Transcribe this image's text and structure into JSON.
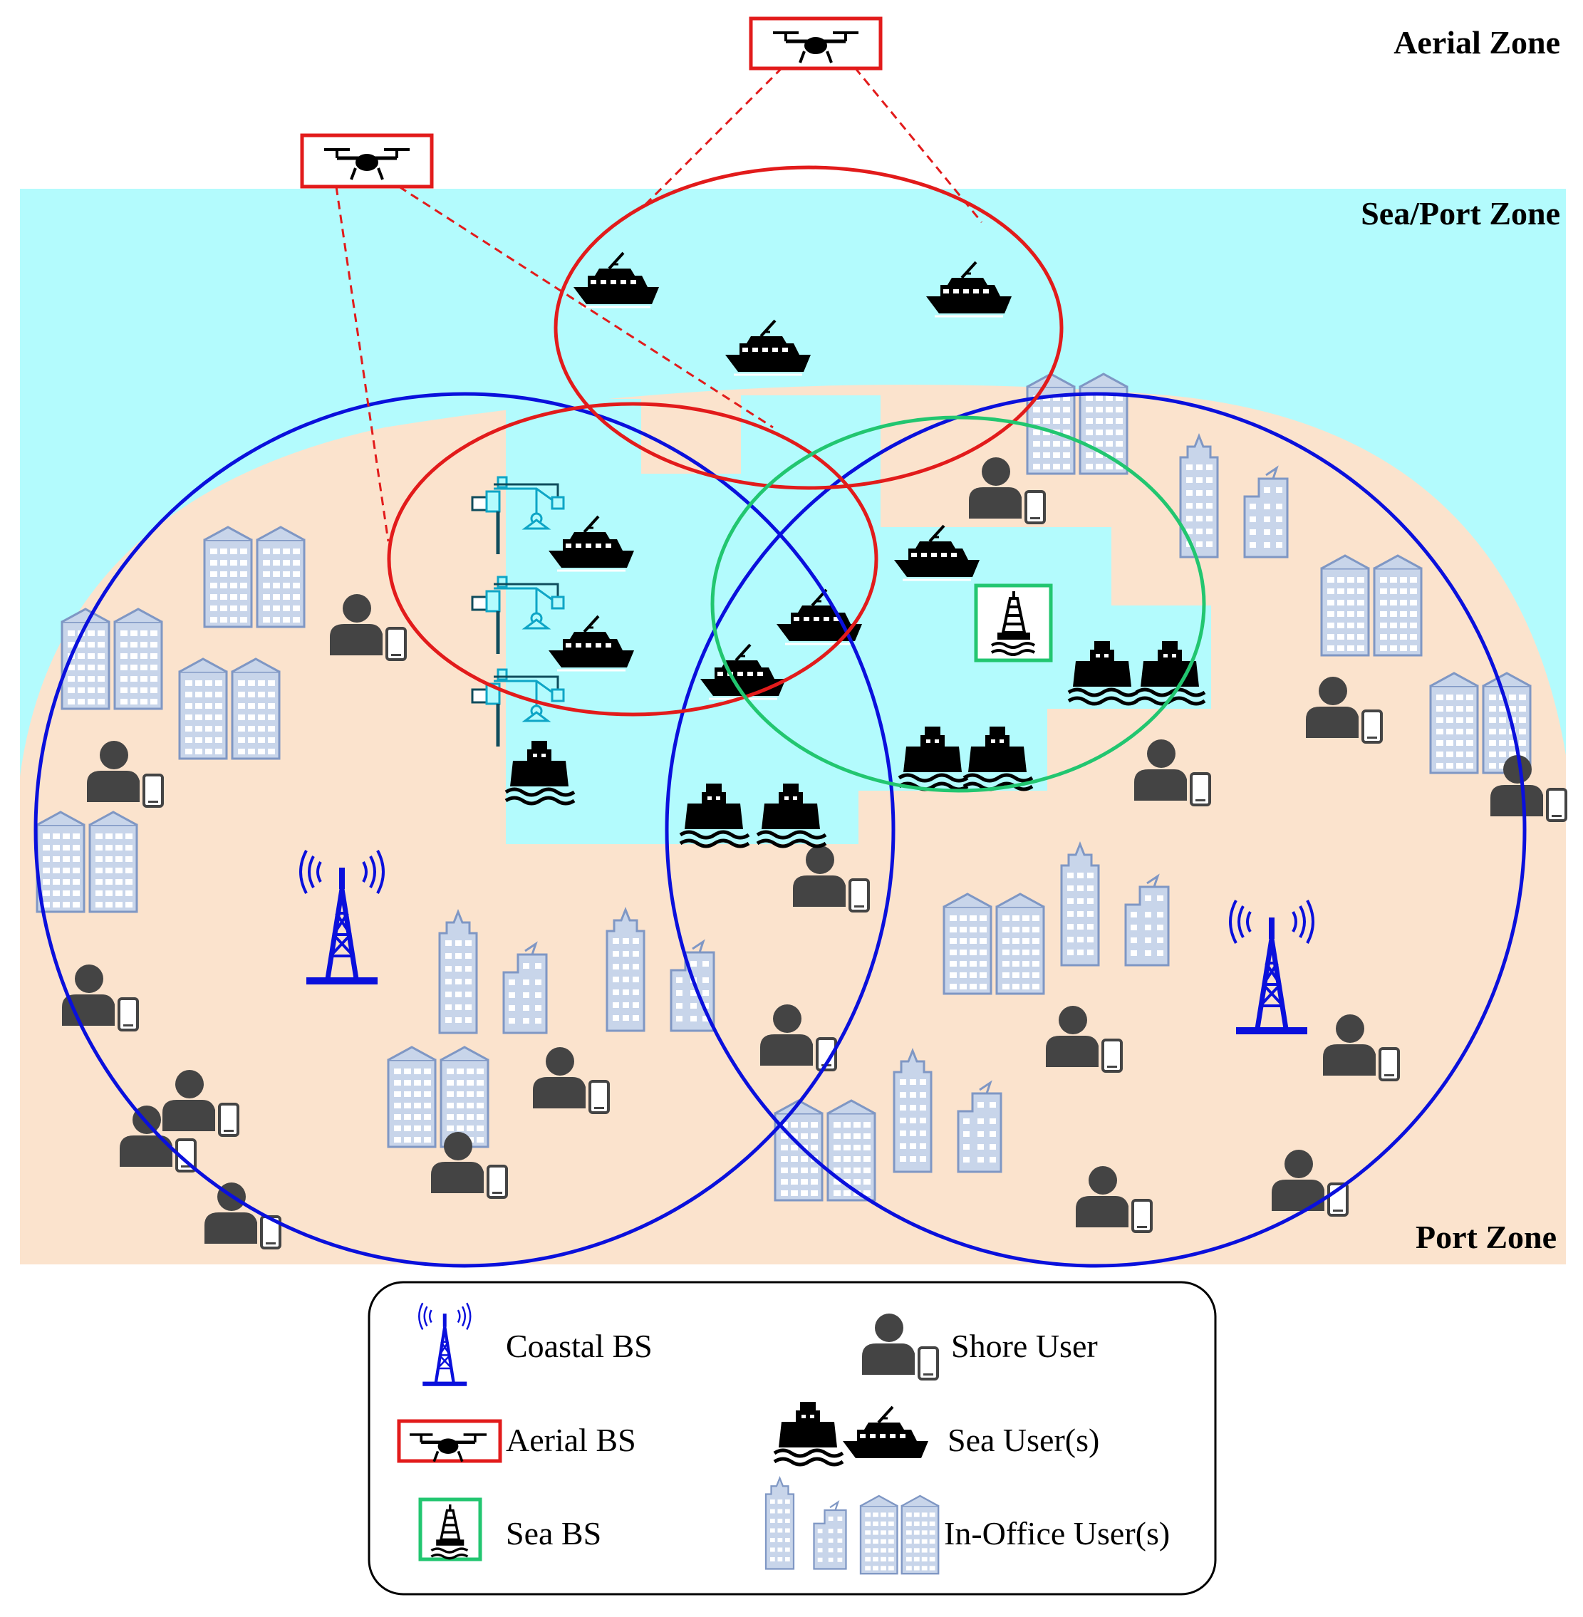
{
  "zones": {
    "aerial": "Aerial Zone",
    "sea_port": "Sea/Port Zone",
    "port": "Port Zone"
  },
  "legend": {
    "coastal_bs": "Coastal BS",
    "aerial_bs": "Aerial BS",
    "sea_bs": "Sea BS",
    "shore_user": "Shore User",
    "sea_users": "Sea User(s)",
    "in_office_users": "In-Office User(s)"
  },
  "colors": {
    "sea": "#b3fbfd",
    "land": "#fbe3cd",
    "coastal_bs": "#0a10dc",
    "aerial_bs": "#e21b1b",
    "sea_bs": "#22c670",
    "building": "#c8d5ea",
    "building_stroke": "#7f97c4",
    "user": "#444444"
  },
  "icons": {
    "coastal_bs": "radio-tower-icon",
    "aerial_bs": "drone-icon",
    "sea_bs": "buoy-icon",
    "shore_user": "person-with-phone-icon",
    "sea_user_cargo": "cargo-ship-icon",
    "sea_user_boat": "boat-icon",
    "in_office": "office-building-icon",
    "crane": "port-crane-icon"
  }
}
